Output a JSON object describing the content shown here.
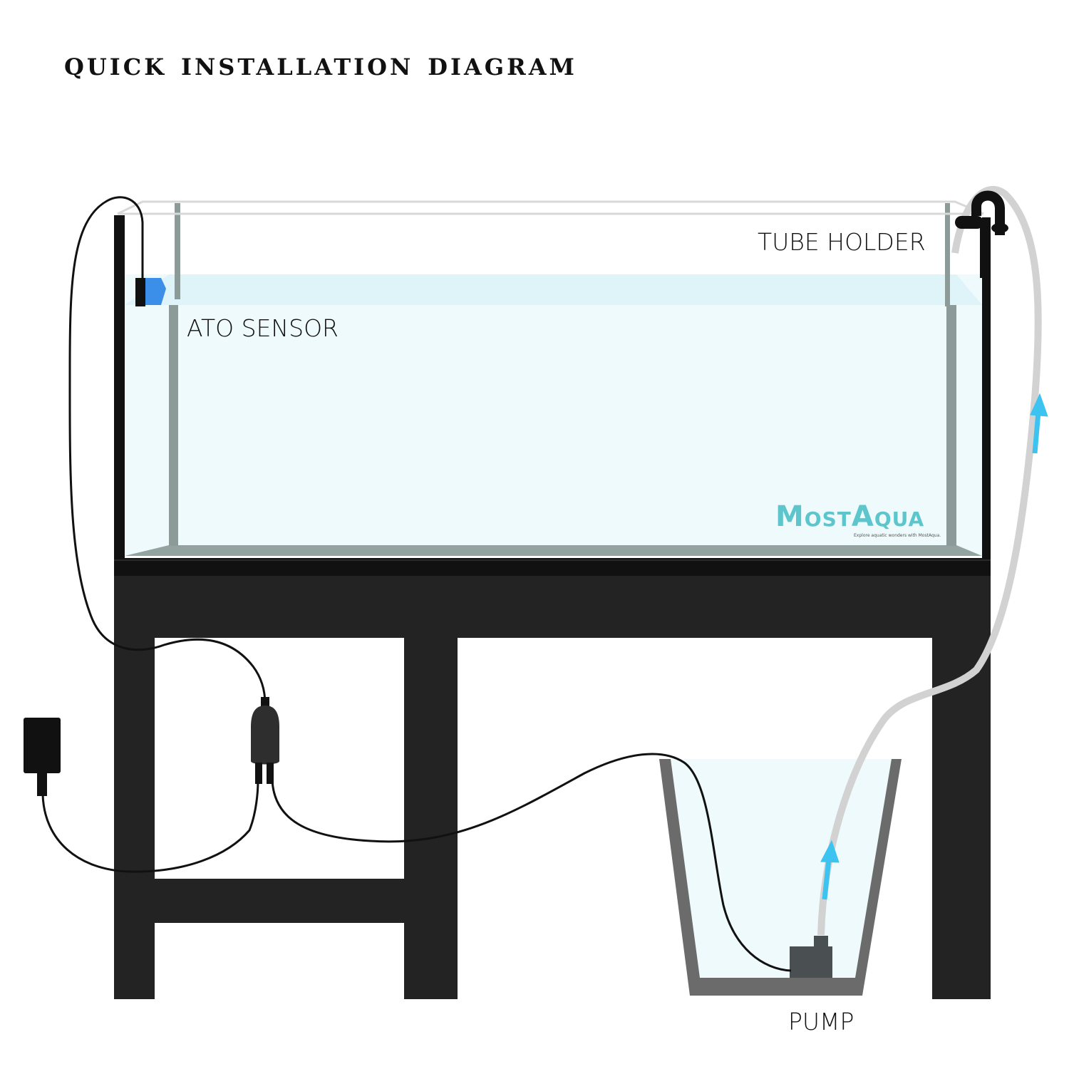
{
  "title": "Quick Installation Diagram",
  "labels": {
    "ato_sensor": "ATO SENSOR",
    "tube_holder": "TUBE HOLDER",
    "pump": "PUMP"
  },
  "logo": {
    "brand": "MostAqua",
    "tagline": "Explore aquatic wonders with MostAqua."
  },
  "colors": {
    "water": "#eefafc",
    "water_surface": "#dff4f8",
    "stand": "#232323",
    "tubing": "#d2d2d2",
    "flow_arrow": "#3cc3f0",
    "sensor": "#3b8fe8",
    "logo": "#5cc6cc"
  }
}
